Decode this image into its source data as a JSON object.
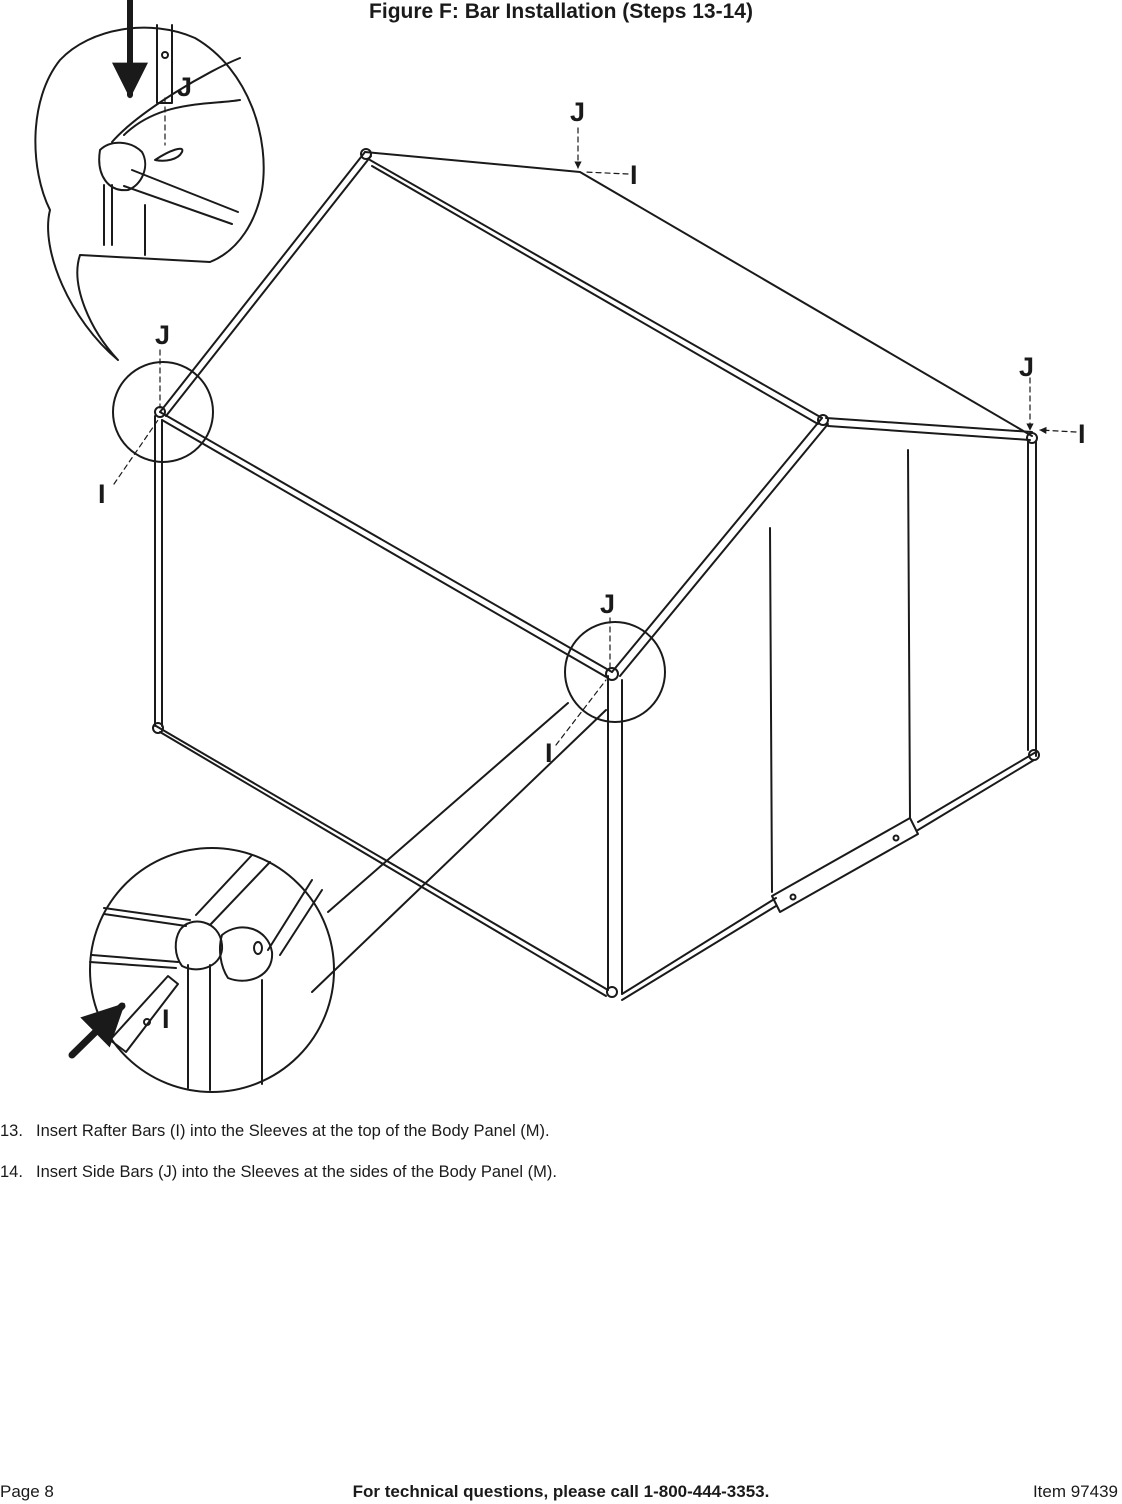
{
  "figure": {
    "title": "Figure F:  Bar Installation (Steps 13-14)",
    "callouts": {
      "j_top": "J",
      "i_top": "I",
      "j_left": "J",
      "i_left": "I",
      "j_right": "J",
      "i_right": "I",
      "j_front": "J",
      "i_front": "I",
      "j_detail": "J",
      "i_detail": "I"
    }
  },
  "steps": [
    {
      "number": "13.",
      "text": "Insert Rafter Bars (I) into the Sleeves at the top of the Body Panel (M)."
    },
    {
      "number": "14.",
      "text": "Insert Side Bars (J) into the Sleeves at the sides of the Body Panel (M)."
    }
  ],
  "footer": {
    "page": "Page 8",
    "tech": "For technical questions, please call 1-800-444-3353.",
    "item": "Item 97439"
  }
}
